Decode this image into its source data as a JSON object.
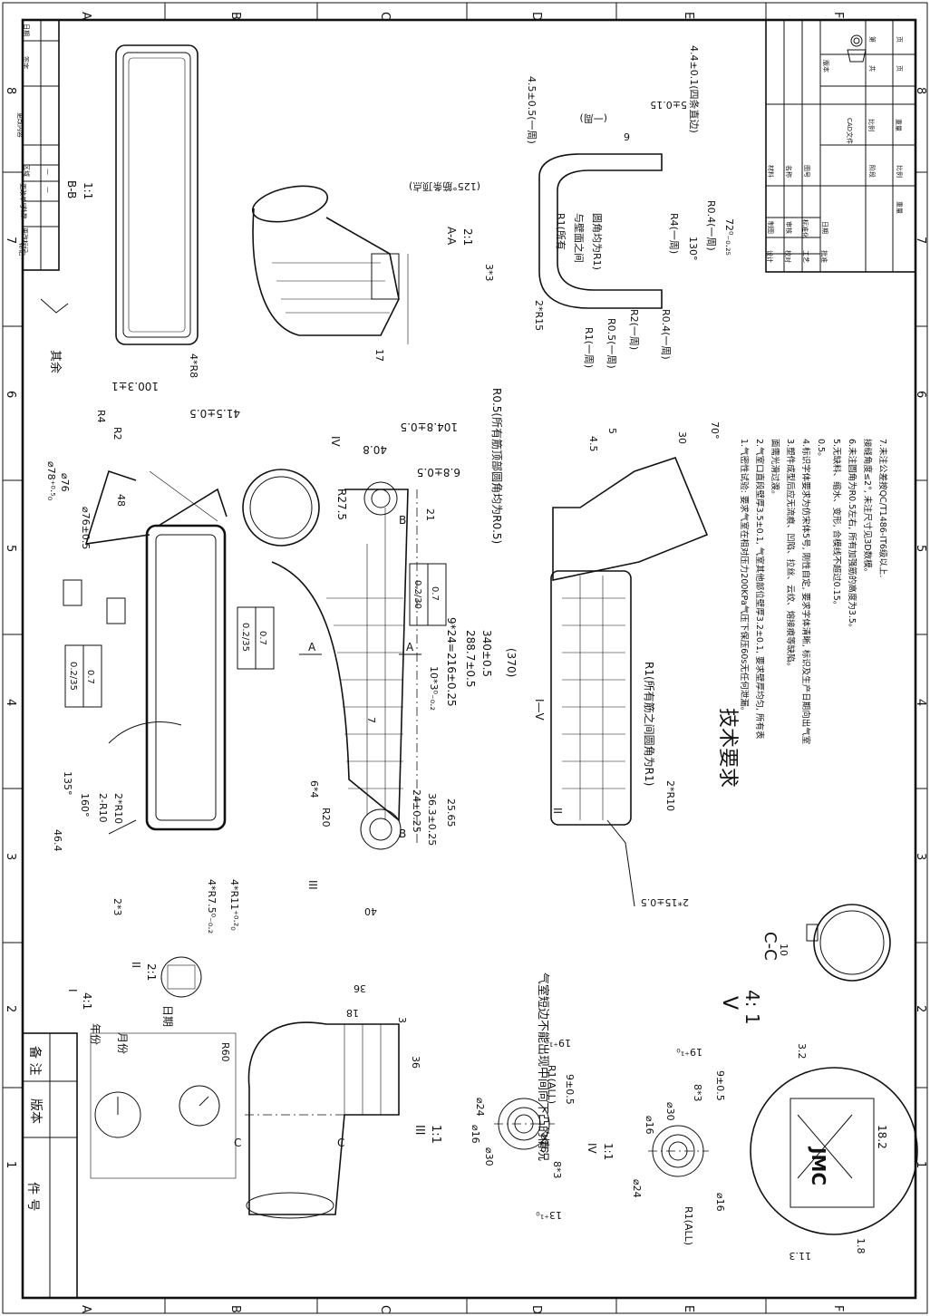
{
  "border": {
    "zones_top": [
      "A",
      "B",
      "C",
      "D",
      "E",
      "F"
    ],
    "zones_bottom": [
      "A",
      "B",
      "C",
      "D",
      "E",
      "F"
    ],
    "zones_left": [
      "8",
      "7",
      "6",
      "5",
      "4",
      "3",
      "2",
      "1"
    ],
    "zones_right": [
      "8",
      "7",
      "6",
      "5",
      "4",
      "3",
      "2",
      "1"
    ]
  },
  "revision_table": {
    "headers": [
      "标记",
      "处数",
      "更改单号",
      "更改标记",
      "区域",
      "更改内容",
      "签字",
      "日期"
    ],
    "cells": [
      "—",
      "—"
    ]
  },
  "part_table": {
    "headers": [
      "件 号",
      "版本",
      "备 注"
    ]
  },
  "title_block": {
    "left_labels": [
      "设计",
      "制图",
      "校对",
      "审核",
      "工艺",
      "标准化",
      "批准",
      "日期"
    ],
    "mid_labels": [
      "材料",
      "名称",
      "图号"
    ],
    "right_labels": [
      "CAD文件",
      "版本",
      "比例",
      "共",
      "页",
      "第",
      "页",
      "重量"
    ],
    "bottom_labels": [
      "阶段",
      "比例",
      "重量"
    ]
  },
  "section_labels": {
    "bb": "B-B",
    "bb_scale": "1:1",
    "aa": "A-A",
    "aa_scale": "2:1",
    "cc": "C-C",
    "i": "I",
    "i_scale": "4:1",
    "ii": "II",
    "ii_scale": "2:1",
    "iii": "III",
    "iii_scale": "1:1",
    "iv": "IV",
    "iv_scale": "1:1",
    "v": "V",
    "v_scale": "4:  1"
  },
  "dimensions": {
    "r8": "4*R8",
    "d100": "100.3±1",
    "d41": "41.5±0.5",
    "d104": "104.8±0.5",
    "d8_8": "6.8±0.5",
    "d40_8": "40.8",
    "r27": "R27.5",
    "r4": "R4",
    "r2": "R2",
    "o78": "⌀78⁺⁰·⁵₀",
    "o76a": "⌀76",
    "o76b": "⌀76±0.5",
    "d48": "48",
    "d21": "21",
    "tol_a1": "0.2/30",
    "tol_a2": "0.7",
    "tol_b1": "0.2/35",
    "tol_b2": "0.7",
    "tol_c1": "0.2/35",
    "tol_c2": "0.7",
    "d9x24": "9*24=216±0.25",
    "d288": "288.7±0.5",
    "d340": "340±0.5",
    "d370": "(370)",
    "d10x3": "10*3⁰₋₀.₂",
    "d7": "7",
    "d24": "24±0.25",
    "d36": "36.3±0.25",
    "d25": "25.65",
    "d40": "40",
    "r20": "R20",
    "d6x4": "6*4",
    "r135": "135°",
    "r160": "160°",
    "r2r10": "2-R10",
    "r2xr10": "2*R10",
    "d46": "46.4",
    "d2x3": "2*3",
    "r4x7": "4*R7.5⁰₋₀.₂",
    "r4x11": "4*R11⁺⁰·²₀",
    "d4_5": "4.5",
    "d5": "5",
    "d30": "30",
    "a70": "70°",
    "r0_5all": "R0.5(所有筋顶部圆角均为R0.5)",
    "r1note": "R1(所有筋之间圆角为R1)",
    "r2x10b": "2*R10",
    "d2x15": "2*15±0.5",
    "r60": "R60",
    "d36b": "36",
    "d18": "18",
    "d3": "3",
    "d36c": "36",
    "weld_note": "气室短边不能出现中间向下凸的情况",
    "m1": "I—V",
    "m2": "3*3",
    "m3": "2*R15",
    "m4": "R1(一周)",
    "m5": "R0.5(一周)",
    "m6": "R2(一周)",
    "m7": "R0.4(一周)",
    "m8": "R1(所有",
    "m9": "与壁面之间",
    "m10": "圆角均为R1)",
    "m11": "R4(一周)",
    "m12": "130°",
    "m13": "R0.4(一周)",
    "m14": "72⁰₋₀.₂₅",
    "m15": "4.5±0.5(一周)",
    "m16": "5±0.15",
    "m17": "(一周)",
    "m18": "6",
    "m19": "4.4±0.1(四条直边)",
    "m20": "(125°筋条顶点)",
    "m21": "17",
    "m22": "R1(ALL)",
    "m23": "9±0.5",
    "m24": "19⁺¹₀",
    "m25": "⌀24",
    "m26": "⌀16",
    "m27": "⌀30",
    "m28": "⌀16",
    "m29": "8*3",
    "m30": "13⁺¹₀",
    "m31": "⌀16",
    "m32": "⌀30",
    "m33": "8*3",
    "m34": "9±0.5",
    "m35": "19⁺¹₀",
    "m36": "⌀24",
    "m37": "⌀16",
    "m38": "R1(ALL)",
    "m39": "3.2",
    "m40": "18.2",
    "m41": "1.8",
    "m42": "11.3",
    "m43": "10",
    "m44": "其余",
    "m45": "年份",
    "m46": "月份",
    "m47": "日期"
  },
  "tech_requirements": {
    "title": "技术要求",
    "items": [
      "1.气密性试验: 要求气室在相对压力200KPa气压下保压60s无任何泄漏。",
      "2.气室口直段壁厚3.5±0.1, 气室其他部位壁厚3.2±0.1, 要求壁厚均匀, 所有表",
      "面需光滑过渡。",
      "3.塑件成型后应无流痕、凹陷、拉丝、云纹、熔接痕等缺陷。",
      "4.标识字体要求为仿宋体5号, 刚性自定, 要求字体清晰, 标识及生产日期向出气室",
      "0.5。",
      "5.无缺料、缩水、变形, 合模线不超过0.15。",
      "6.未注圆角为R0.5左右, 所有加强筋的高度为3.5。",
      "接缝角度≤2°, 未注尺寸见3D数模。",
      "7.未注公差按QC/T1486-IT6级以上."
    ]
  },
  "logo": "JMC"
}
